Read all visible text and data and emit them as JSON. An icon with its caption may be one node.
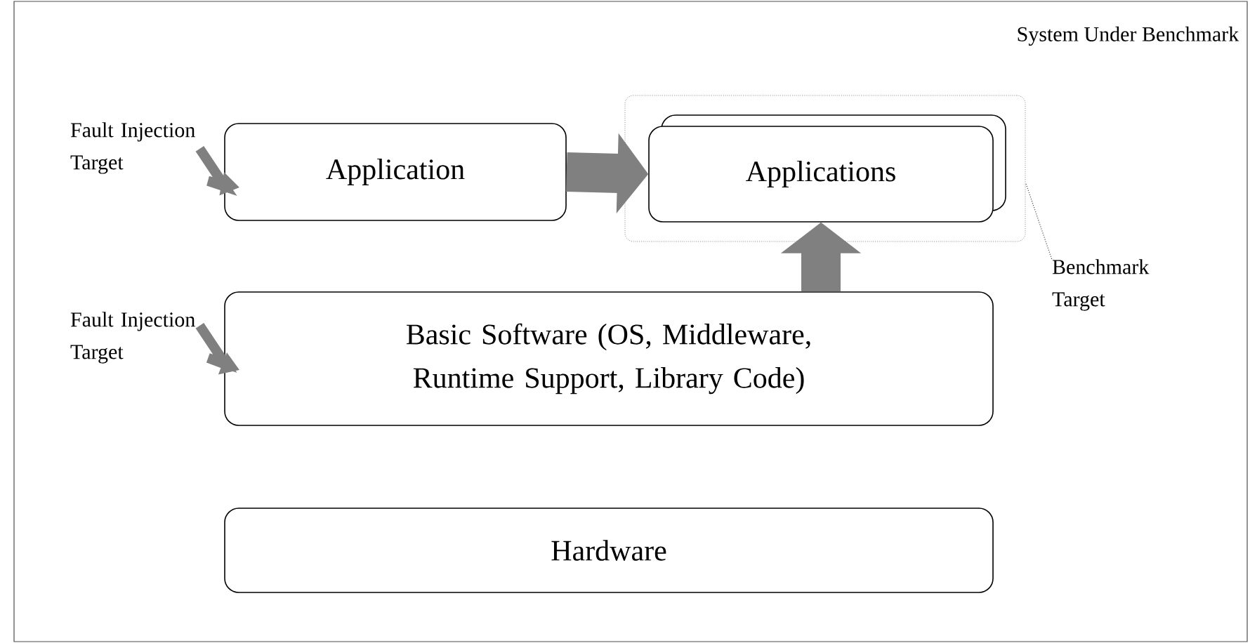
{
  "diagram": {
    "nodes": [
      {
        "text": [
          "System Under Benchmark"
        ]
      },
      {
        "text": [
          "Fault Injection Target"
        ],
        "in": 0
      },
      {
        "text": [
          "Application"
        ],
        "in": 0
      },
      {
        "text": [],
        "shape": "box",
        "in": 0
      },
      {
        "text": [
          "Applications"
        ],
        "in": 3
      },
      {
        "text": [
          "Benchmark Target"
        ],
        "in": 0
      },
      {
        "text": [
          "Fault Injection Target"
        ],
        "in": 0
      },
      {
        "text": [
          "Basic Software (OS, Middleware, Runtime Support, Library Code)"
        ],
        "in": 0
      },
      {
        "text": [
          "Hardware"
        ],
        "in": 0
      }
    ],
    "edges": [
      {
        "from": 1,
        "to": 2,
        "arrow": "to"
      },
      {
        "from": 2,
        "to": 4,
        "arrow": "to",
        "style": "thick"
      },
      {
        "from": 6,
        "to": 7,
        "arrow": "to"
      },
      {
        "from": 7,
        "to": 4,
        "arrow": "to",
        "style": "thick"
      },
      {
        "from": 5,
        "to": 3,
        "arrow": "none",
        "style": "dashed"
      }
    ]
  }
}
